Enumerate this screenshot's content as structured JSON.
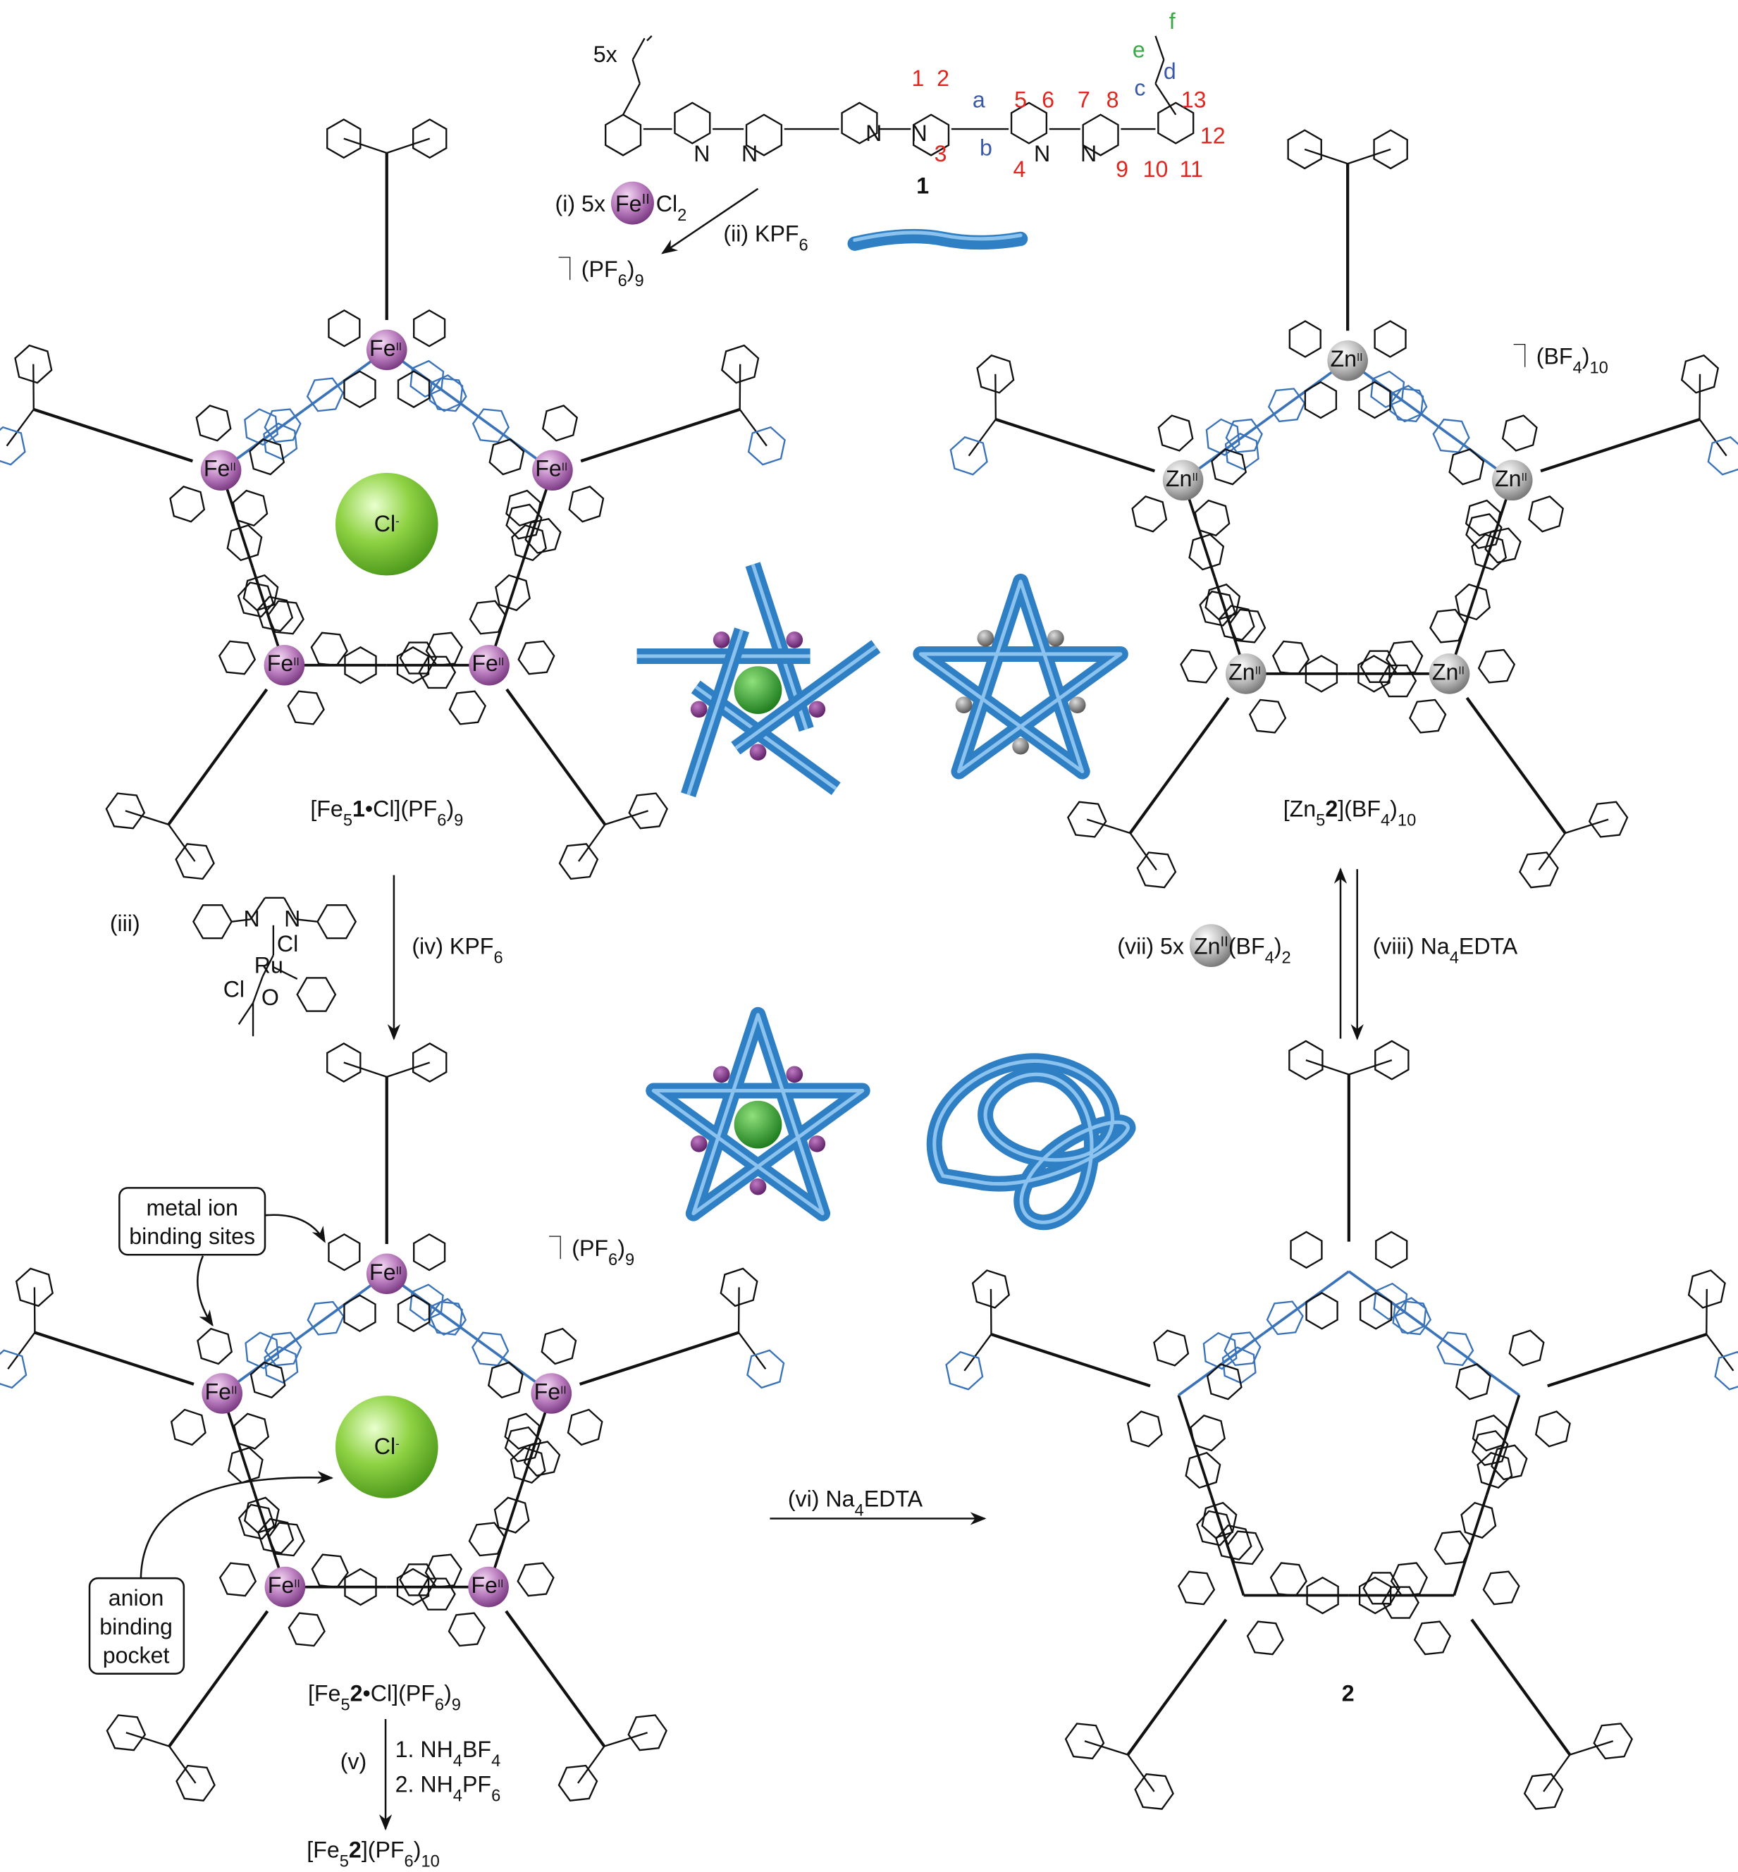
{
  "colors": {
    "ligand_blue": "#3b73b9",
    "fe_sphere": "#a25aa9",
    "zn_sphere": "#9a9a9a",
    "cl_sphere": "#7cc83a",
    "tube": "#2f7fc4",
    "label_red": "#e0261f",
    "label_blue": "#3a5aa8",
    "label_green": "#3aa846"
  },
  "ligand": {
    "multiplier": "5x",
    "compound_number": "1",
    "atom_numbers": [
      "1",
      "2",
      "3",
      "4",
      "5",
      "6",
      "7",
      "8",
      "9",
      "10",
      "11",
      "12",
      "13"
    ],
    "chain_letters_blue": [
      "a",
      "b",
      "c",
      "d"
    ],
    "chain_letters_green": [
      "e",
      "f"
    ],
    "nitrogen": "N"
  },
  "labels": {
    "step_i": [
      {
        "t": "(i) 5x "
      },
      {
        "sphere": "fe",
        "t": "Fe",
        "sup": "II"
      },
      {
        "t": " Cl"
      },
      {
        "t": "2",
        "sub": true
      }
    ],
    "step_ii": [
      {
        "t": "(ii) KPF"
      },
      {
        "t": "6",
        "sub": true
      }
    ],
    "counter_pf6_9_a": [
      {
        "t": "⏋(PF"
      },
      {
        "t": "6",
        "sub": true
      },
      {
        "t": ")"
      },
      {
        "t": "9",
        "sub": true
      }
    ],
    "complex_fe5_1_cl": [
      {
        "t": "[Fe"
      },
      {
        "t": "5",
        "sub": true
      },
      {
        "t": "1",
        "b": true
      },
      {
        "t": "•Cl](PF"
      },
      {
        "t": "6",
        "sub": true
      },
      {
        "t": ")"
      },
      {
        "t": "9",
        "sub": true
      }
    ],
    "counter_bf4_10": [
      {
        "t": "⏋(BF"
      },
      {
        "t": "4",
        "sub": true
      },
      {
        "t": ")"
      },
      {
        "t": "10",
        "sub": true
      }
    ],
    "complex_zn5_2": [
      {
        "t": "[Zn"
      },
      {
        "t": "5",
        "sub": true
      },
      {
        "t": "2",
        "b": true
      },
      {
        "t": "](BF"
      },
      {
        "t": "4",
        "sub": true
      },
      {
        "t": ")"
      },
      {
        "t": "10",
        "sub": true
      }
    ],
    "step_iii": [
      {
        "t": "(iii)"
      }
    ],
    "step_iv": [
      {
        "t": "(iv) KPF"
      },
      {
        "t": "6",
        "sub": true
      }
    ],
    "step_vii": [
      {
        "t": "(vii) 5x "
      },
      {
        "sphere": "zn",
        "t": "Zn",
        "sup": "II"
      },
      {
        "t": "(BF"
      },
      {
        "t": "4",
        "sub": true
      },
      {
        "t": ")"
      },
      {
        "t": "2",
        "sub": true
      }
    ],
    "step_viii": [
      {
        "t": "(viii) Na"
      },
      {
        "t": "4",
        "sub": true
      },
      {
        "t": "EDTA"
      }
    ],
    "counter_pf6_9_b": [
      {
        "t": "⏋(PF"
      },
      {
        "t": "6",
        "sub": true
      },
      {
        "t": ")"
      },
      {
        "t": "9",
        "sub": true
      }
    ],
    "complex_fe5_2_cl": [
      {
        "t": "[Fe"
      },
      {
        "t": "5",
        "sub": true
      },
      {
        "t": "2",
        "b": true
      },
      {
        "t": "•Cl](PF"
      },
      {
        "t": "6",
        "sub": true
      },
      {
        "t": ")"
      },
      {
        "t": "9",
        "sub": true
      }
    ],
    "step_v": [
      {
        "t": "(v)"
      }
    ],
    "step_v_1": [
      {
        "t": "1. NH"
      },
      {
        "t": "4",
        "sub": true
      },
      {
        "t": "BF"
      },
      {
        "t": "4",
        "sub": true
      }
    ],
    "step_v_2": [
      {
        "t": "2. NH"
      },
      {
        "t": "4",
        "sub": true
      },
      {
        "t": "PF"
      },
      {
        "t": "6",
        "sub": true
      }
    ],
    "complex_fe5_2": [
      {
        "t": "[Fe"
      },
      {
        "t": "5",
        "sub": true
      },
      {
        "t": "2",
        "b": true
      },
      {
        "t": "](PF"
      },
      {
        "t": "6",
        "sub": true
      },
      {
        "t": ")"
      },
      {
        "t": "10",
        "sub": true
      }
    ],
    "step_vi": [
      {
        "t": "(vi) Na"
      },
      {
        "t": "4",
        "sub": true
      },
      {
        "t": "EDTA"
      }
    ],
    "compound_2": [
      {
        "t": "2",
        "b": true
      }
    ]
  },
  "callouts": {
    "metal_sites": [
      "metal ion",
      "binding sites"
    ],
    "anion_pocket": [
      "anion",
      "binding",
      "pocket"
    ]
  },
  "spheres": {
    "fe": "Fe",
    "zn": "Zn",
    "oxidation": "II",
    "chloride": "Cl",
    "chloride_charge": "-"
  },
  "catalyst": {
    "ru": "Ru",
    "cl1": "Cl",
    "cl2": "Cl",
    "o": "O",
    "n1": "N",
    "n2": "N"
  }
}
